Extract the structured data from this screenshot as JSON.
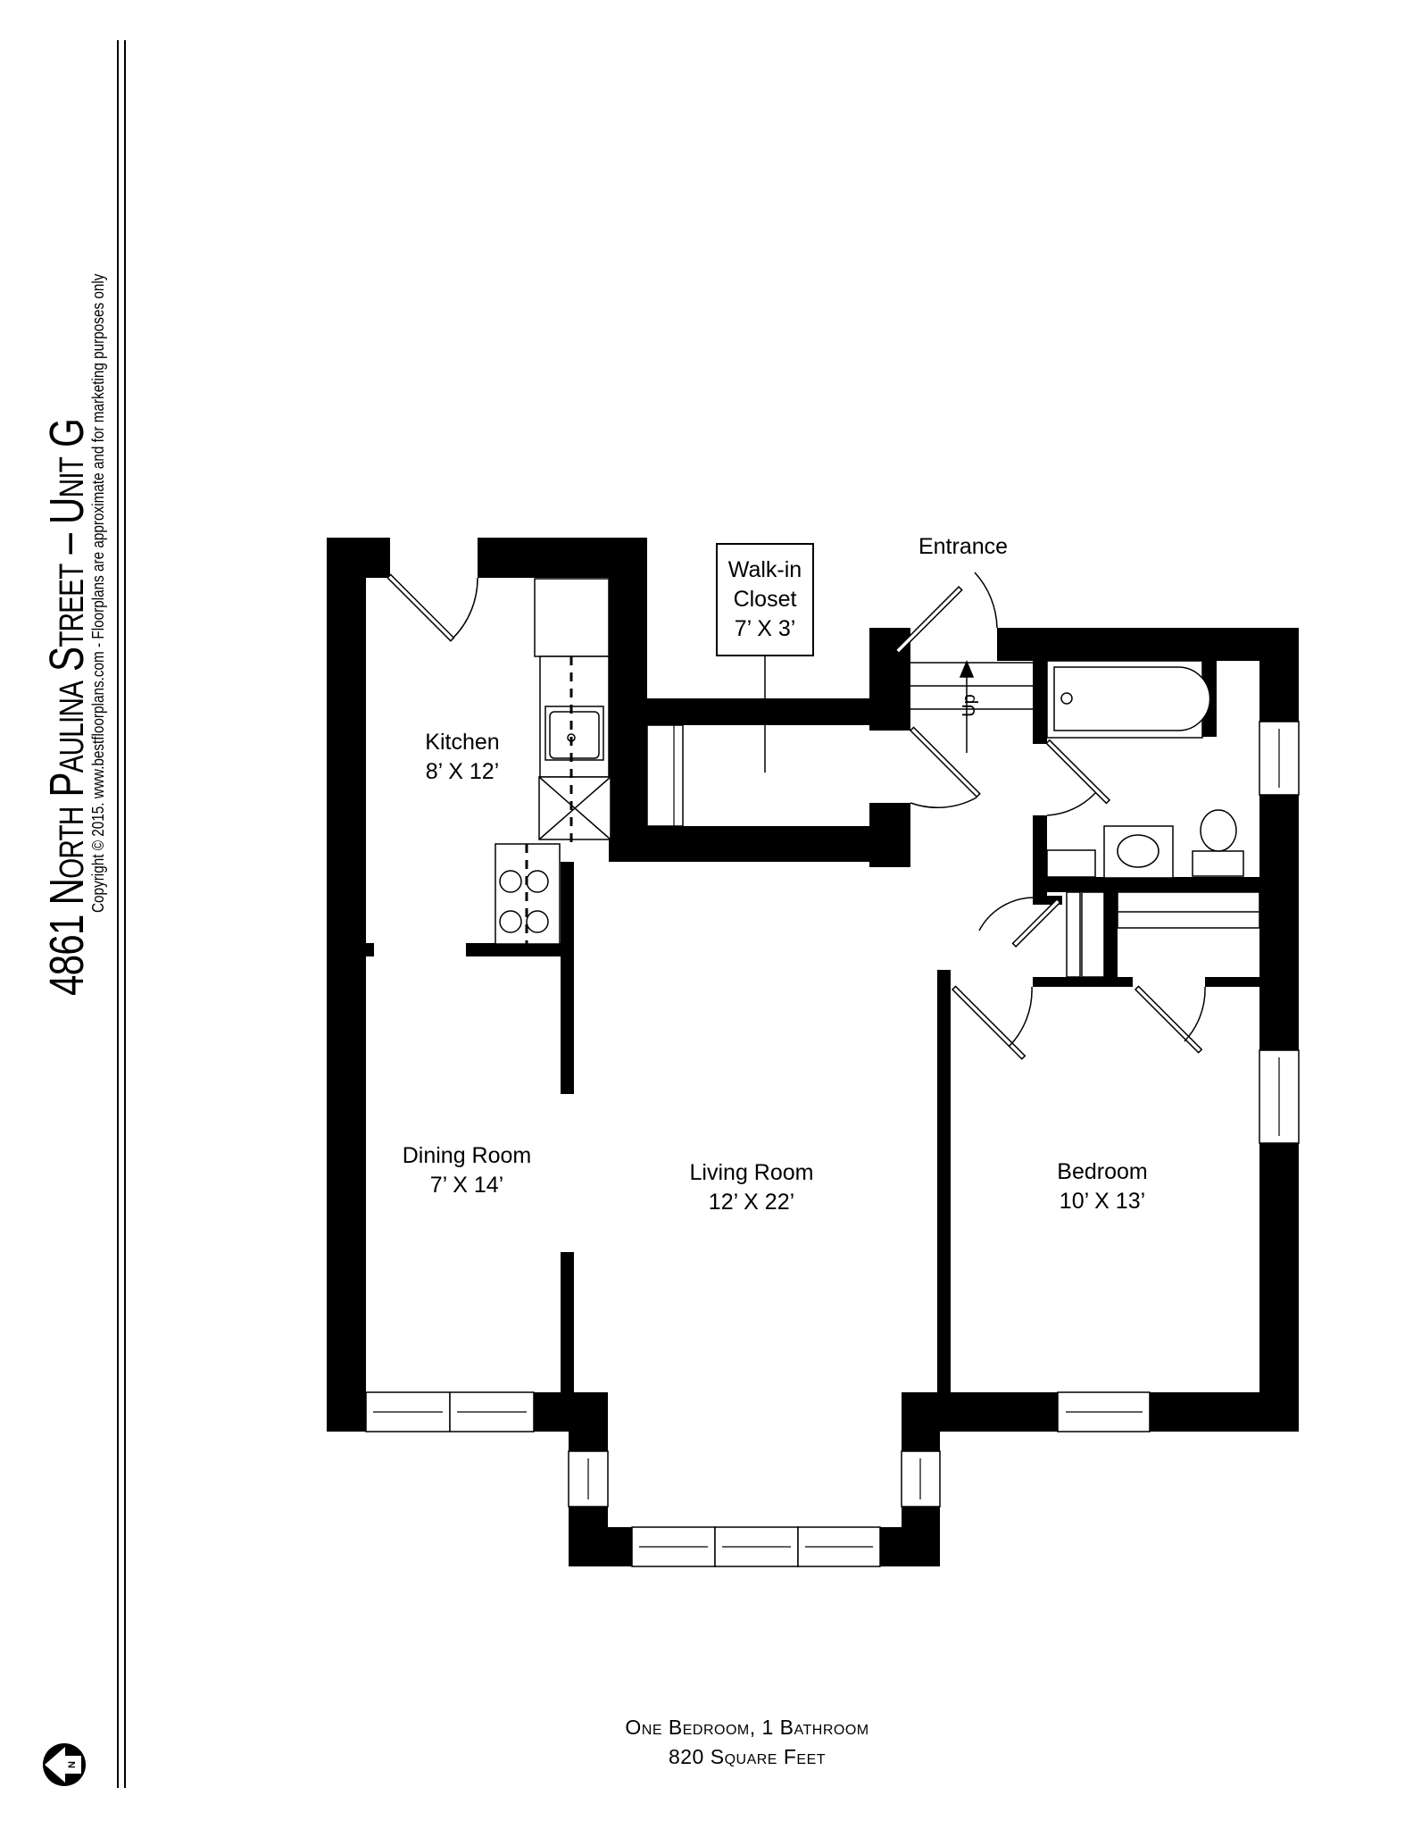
{
  "header": {
    "title": "4861 North Paulina Street – Unit G",
    "copyright": "Copyright © 2015. www.bestfloorplans.com - Floorplans are approximate and for marketing purposes only"
  },
  "rooms": {
    "kitchen": {
      "name": "Kitchen",
      "size": "8’ X 12’"
    },
    "closet": {
      "name_line1": "Walk-in",
      "name_line2": "Closet",
      "size": "7’ X 3’"
    },
    "entrance": {
      "name": "Entrance"
    },
    "dining": {
      "name": "Dining Room",
      "size": "7’ X 14’"
    },
    "living": {
      "name": "Living Room",
      "size": "12’ X 22’"
    },
    "bedroom": {
      "name": "Bedroom",
      "size": "10’ X 13’"
    },
    "stairs": {
      "label": "Up"
    }
  },
  "footer": {
    "summary": "One Bedroom, 1 Bathroom",
    "area": "820 Square Feet"
  },
  "compass": {
    "label": "N",
    "icon": "north-arrow-icon"
  },
  "colors": {
    "wall": "#000000",
    "background": "#ffffff"
  }
}
